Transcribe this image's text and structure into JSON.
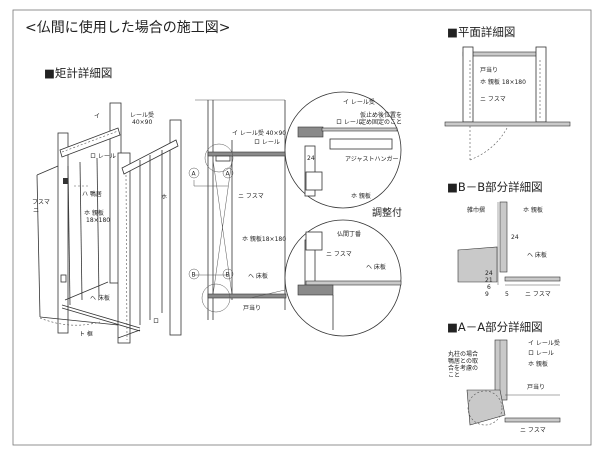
{
  "title": "<仏間に使用した場合の施工図>",
  "sections": {
    "kanabakari": "■矩計詳細図",
    "plan": "■平面詳細図",
    "bb": "■B－B部分詳細図",
    "aa": "■A－A部分詳細図",
    "adjust": "調整付"
  },
  "iso_labels": {
    "i": "イ",
    "rail_receiver": "レール受",
    "rail_receiver_size": "40×90",
    "rail": "ロ レール",
    "kamoi": "ハ 鴨居",
    "fusuma": "フスマ",
    "fusuma_mark": "ニ",
    "oyaita": "ホ 親板",
    "oyaita_size": "18×180",
    "ho": "ホ",
    "yukaita": "ヘ 床板",
    "kamachi": "ト 框",
    "ro": "ロ"
  },
  "elev_labels": {
    "rail_receiver": "イ レール受 40×90",
    "rail": "ロ レール",
    "fusuma": "ニ フスマ",
    "oyaita": "ホ 親板18×180",
    "yukaita": "ヘ 床板",
    "todomari": "戸当り",
    "a": "A",
    "b": "B"
  },
  "detail_top": {
    "rail_receiver": "イ レール受",
    "rail": "ロ レール",
    "note1": "仮止め後位置を",
    "note2": "定め固定のこと",
    "hanger": "アジャストハンガー",
    "dim": "24",
    "oyaita": "ホ 親板"
  },
  "detail_bottom": {
    "butsuma": "仏間丁番",
    "fusuma": "ニ フスマ",
    "yukaita": "ヘ 床板"
  },
  "plan_labels": {
    "todomari": "戸当り",
    "oyaita": "ホ 親板 18×180",
    "fusuma": "ニ フスマ"
  },
  "bb_labels": {
    "kamoi": "雑巾摺",
    "oyaita": "ホ 親板",
    "d24": "24",
    "yukaita": "ヘ 床板",
    "d24b": "24",
    "d21": "21",
    "d6": "6",
    "d9": "9",
    "d5": "5",
    "fusuma": "ニ フスマ"
  },
  "aa_labels": {
    "rail_receiver": "イ レール受",
    "rail": "ロ レール",
    "oyaita": "ホ 親板",
    "note1": "丸柱の場合",
    "note2": "鴨居との取",
    "note3": "合を考慮の",
    "note4": "こと",
    "todomari": "戸当り",
    "fusuma": "ニ フスマ"
  }
}
